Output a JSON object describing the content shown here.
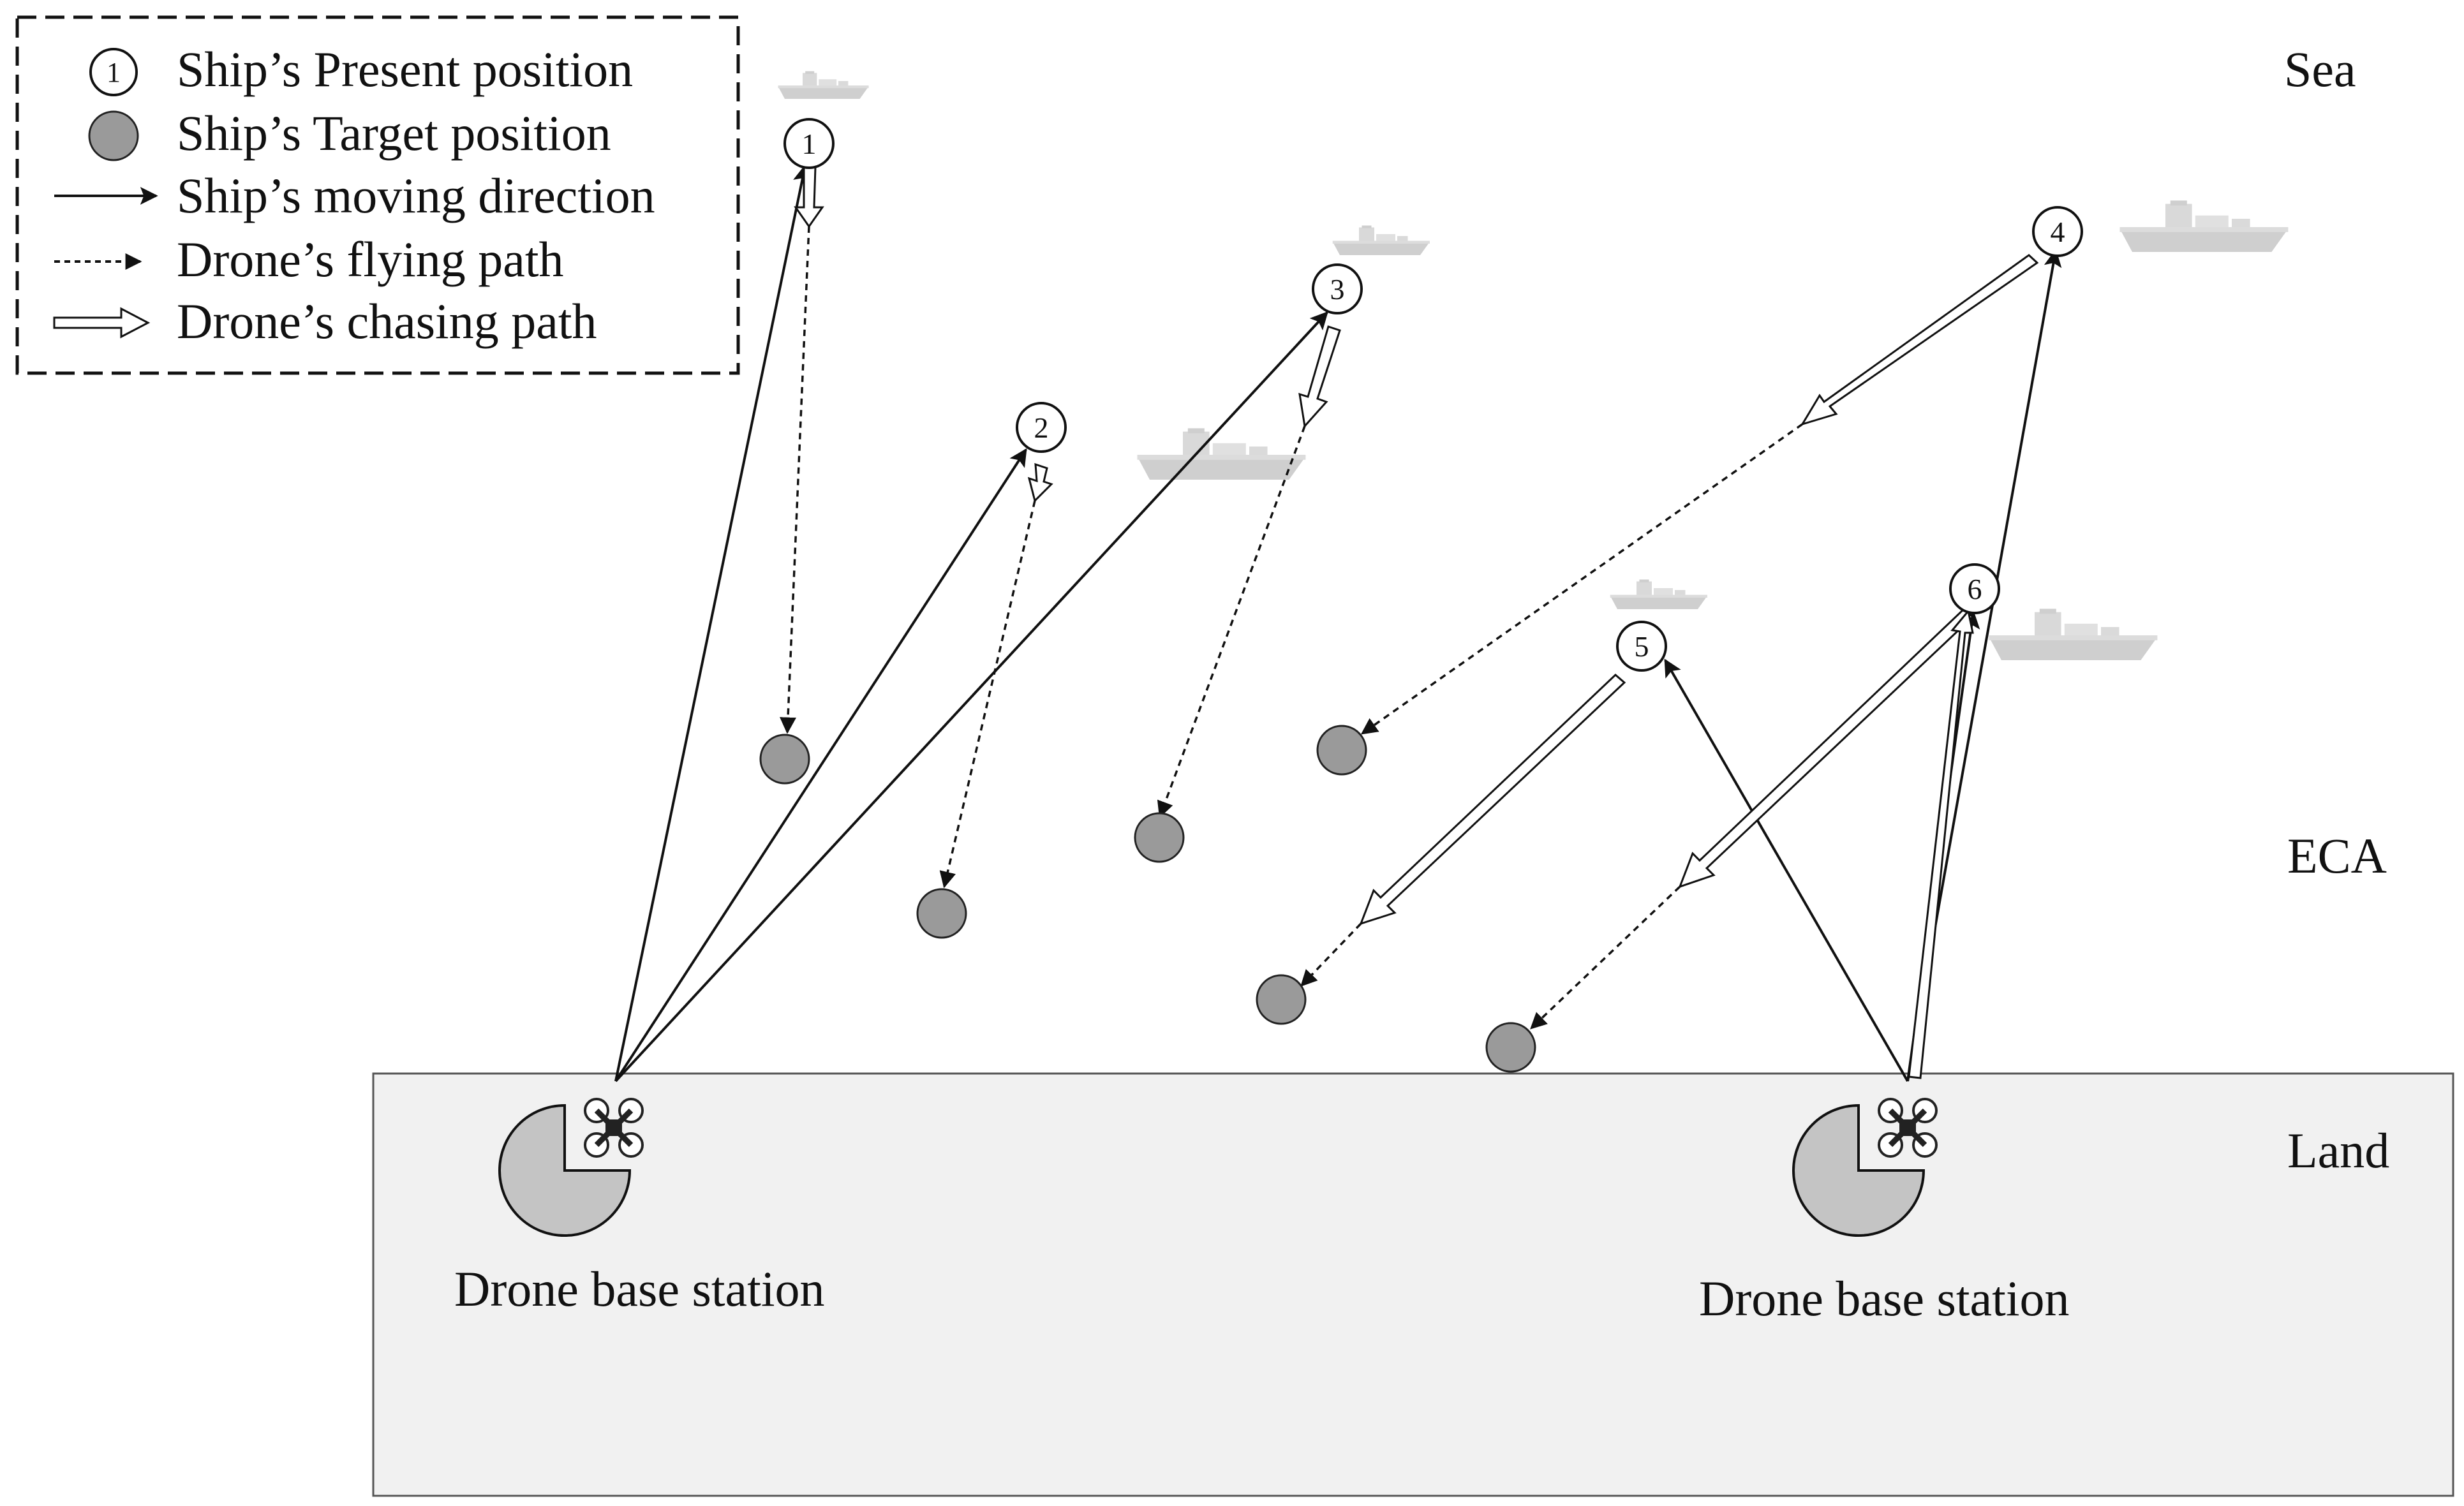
{
  "legend": {
    "present": "Ship’s Present position",
    "present_symbol": "1",
    "target": "Ship’s Target position",
    "moving": "Ship’s moving direction",
    "flying": "Drone’s flying path",
    "chasing": "Drone’s chasing path"
  },
  "regions": {
    "sea": "Sea",
    "eca": "ECA",
    "land": "Land"
  },
  "stations": {
    "left_label": "Drone base station",
    "right_label": "Drone base station"
  },
  "ships": [
    "1",
    "2",
    "3",
    "4",
    "5",
    "6"
  ],
  "colors": {
    "target_fill": "#9a9a9a",
    "land_fill": "#f1f1f1",
    "station_fill": "#c4c4c4",
    "line": "#111111"
  },
  "icons": {
    "ship": "ship-icon",
    "drone": "drone-icon",
    "station": "base-station-icon"
  }
}
